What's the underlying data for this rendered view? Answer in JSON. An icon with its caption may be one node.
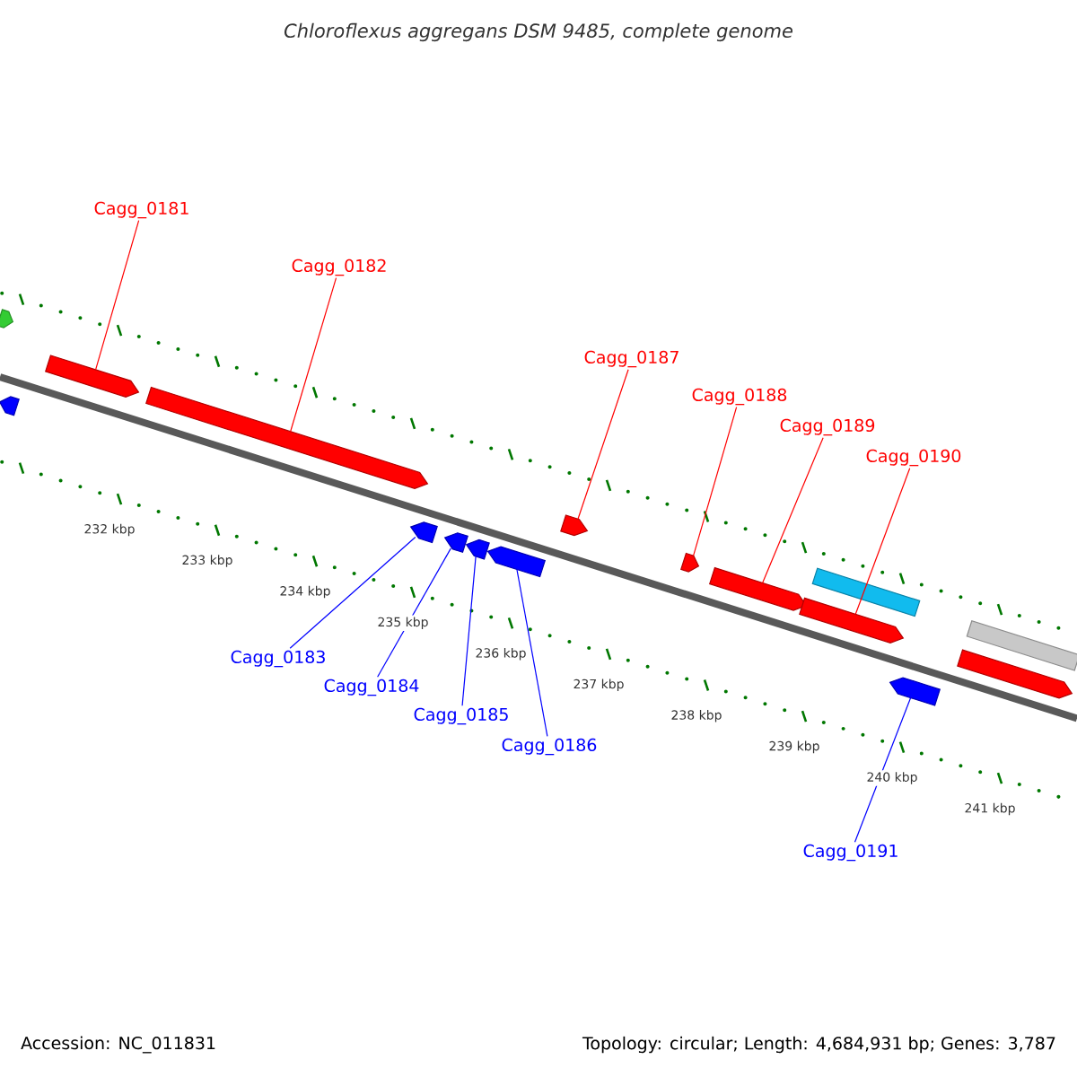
{
  "diagram": {
    "title": "Chloroflexus aggregans DSM 9485, complete genome",
    "nodes": [
      {
        "text": [
          "Cagg_0181"
        ]
      },
      {
        "text": [
          "Cagg_0182"
        ]
      },
      {
        "text": [
          "Cagg_0187"
        ]
      },
      {
        "text": [
          "Cagg_0188"
        ]
      },
      {
        "text": [
          "Cagg_0189"
        ]
      },
      {
        "text": [
          "Cagg_0190"
        ]
      },
      {
        "text": [
          "Cagg_0183"
        ]
      },
      {
        "text": [
          "Cagg_0184"
        ]
      },
      {
        "text": [
          "Cagg_0185"
        ]
      },
      {
        "text": [
          "Cagg_0186"
        ]
      },
      {
        "text": [
          "Cagg_0191"
        ]
      },
      {
        "text": [],
        "shape": "pentagon"
      },
      {
        "text": [],
        "shape": "pentagon"
      },
      {
        "text": [],
        "shape": "pentagon"
      },
      {
        "text": [],
        "shape": "pentagon"
      },
      {
        "text": [],
        "shape": "pentagon"
      },
      {
        "text": [],
        "shape": "pentagon"
      },
      {
        "text": [],
        "shape": "pentagon"
      },
      {
        "text": [],
        "shape": "pentagon"
      },
      {
        "text": [],
        "shape": "pentagon"
      },
      {
        "text": [],
        "shape": "pentagon"
      },
      {
        "text": [],
        "shape": "pentagon"
      },
      {
        "text": [],
        "shape": "bar"
      },
      {
        "text": [],
        "shape": "pentagon"
      },
      {
        "text": [],
        "shape": "pentagon"
      },
      {
        "text": [],
        "shape": "bar"
      },
      {
        "text": [],
        "shape": "pentagon"
      }
    ],
    "edges": [
      {
        "from": 0,
        "to": 13,
        "arrow": "none",
        "color": "#ff0000"
      },
      {
        "from": 1,
        "to": 14,
        "arrow": "none",
        "color": "#ff0000"
      },
      {
        "from": 2,
        "to": 19,
        "arrow": "none",
        "color": "#ff0000"
      },
      {
        "from": 3,
        "to": 20,
        "arrow": "none",
        "color": "#ff0000"
      },
      {
        "from": 4,
        "to": 21,
        "arrow": "none",
        "color": "#ff0000"
      },
      {
        "from": 5,
        "to": 23,
        "arrow": "none",
        "color": "#ff0000"
      },
      {
        "from": 6,
        "to": 15,
        "arrow": "none",
        "color": "#0000ff"
      },
      {
        "from": 7,
        "to": 16,
        "arrow": "none",
        "color": "#0000ff"
      },
      {
        "from": 8,
        "to": 17,
        "arrow": "none",
        "color": "#0000ff"
      },
      {
        "from": 9,
        "to": 18,
        "arrow": "none",
        "color": "#0000ff"
      },
      {
        "from": 10,
        "to": 24,
        "arrow": "none",
        "color": "#0000ff"
      }
    ],
    "labels": [
      "232 kbp",
      "233 kbp",
      "234 kbp",
      "235 kbp",
      "236 kbp",
      "237 kbp",
      "238 kbp",
      "239 kbp",
      "240 kbp",
      "241 kbp",
      "Accession: NC_011831",
      "Topology: circular; Length: 4,684,931 bp; Genes: 3,787"
    ]
  }
}
